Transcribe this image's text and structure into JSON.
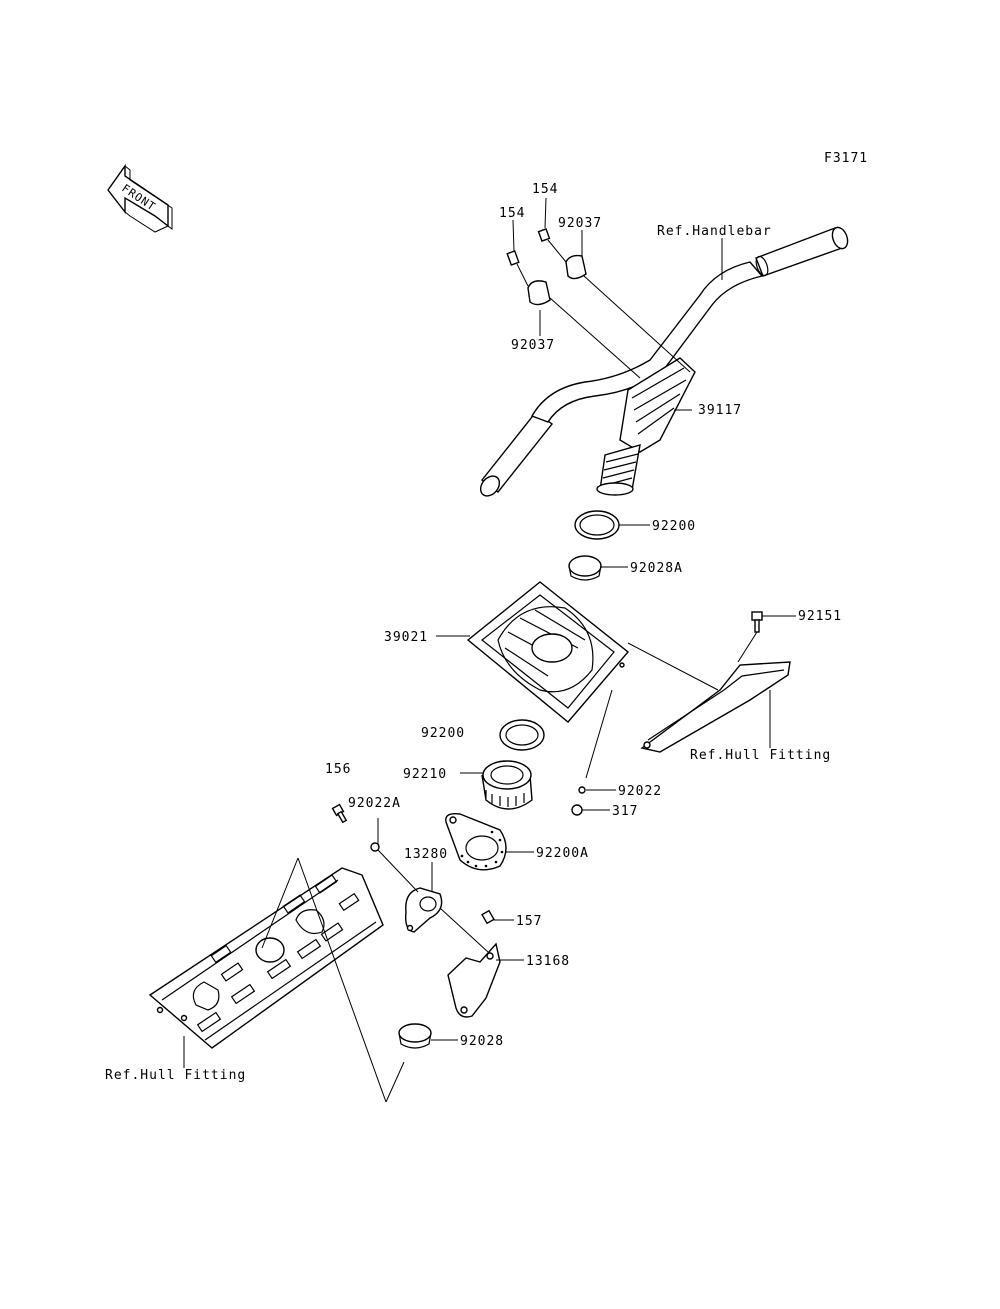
{
  "figure_code": "F3171",
  "front_badge": "FRONT",
  "labels": {
    "p154_a": "154",
    "p154_b": "154",
    "p92037_a": "92037",
    "p92037_b": "92037",
    "ref_handlebar": "Ref.Handlebar",
    "p39117": "39117",
    "p92200_a": "92200",
    "p92028A": "92028A",
    "p92151": "92151",
    "p39021": "39021",
    "ref_hull_fitting_a": "Ref.Hull Fitting",
    "p92200_b": "92200",
    "p156": "156",
    "p92210": "92210",
    "p92022": "92022",
    "p92022A": "92022A",
    "p317": "317",
    "p13280": "13280",
    "p92200A": "92200A",
    "p157": "157",
    "p13168": "13168",
    "p92028": "92028",
    "ref_hull_fitting_b": "Ref.Hull Fitting"
  }
}
